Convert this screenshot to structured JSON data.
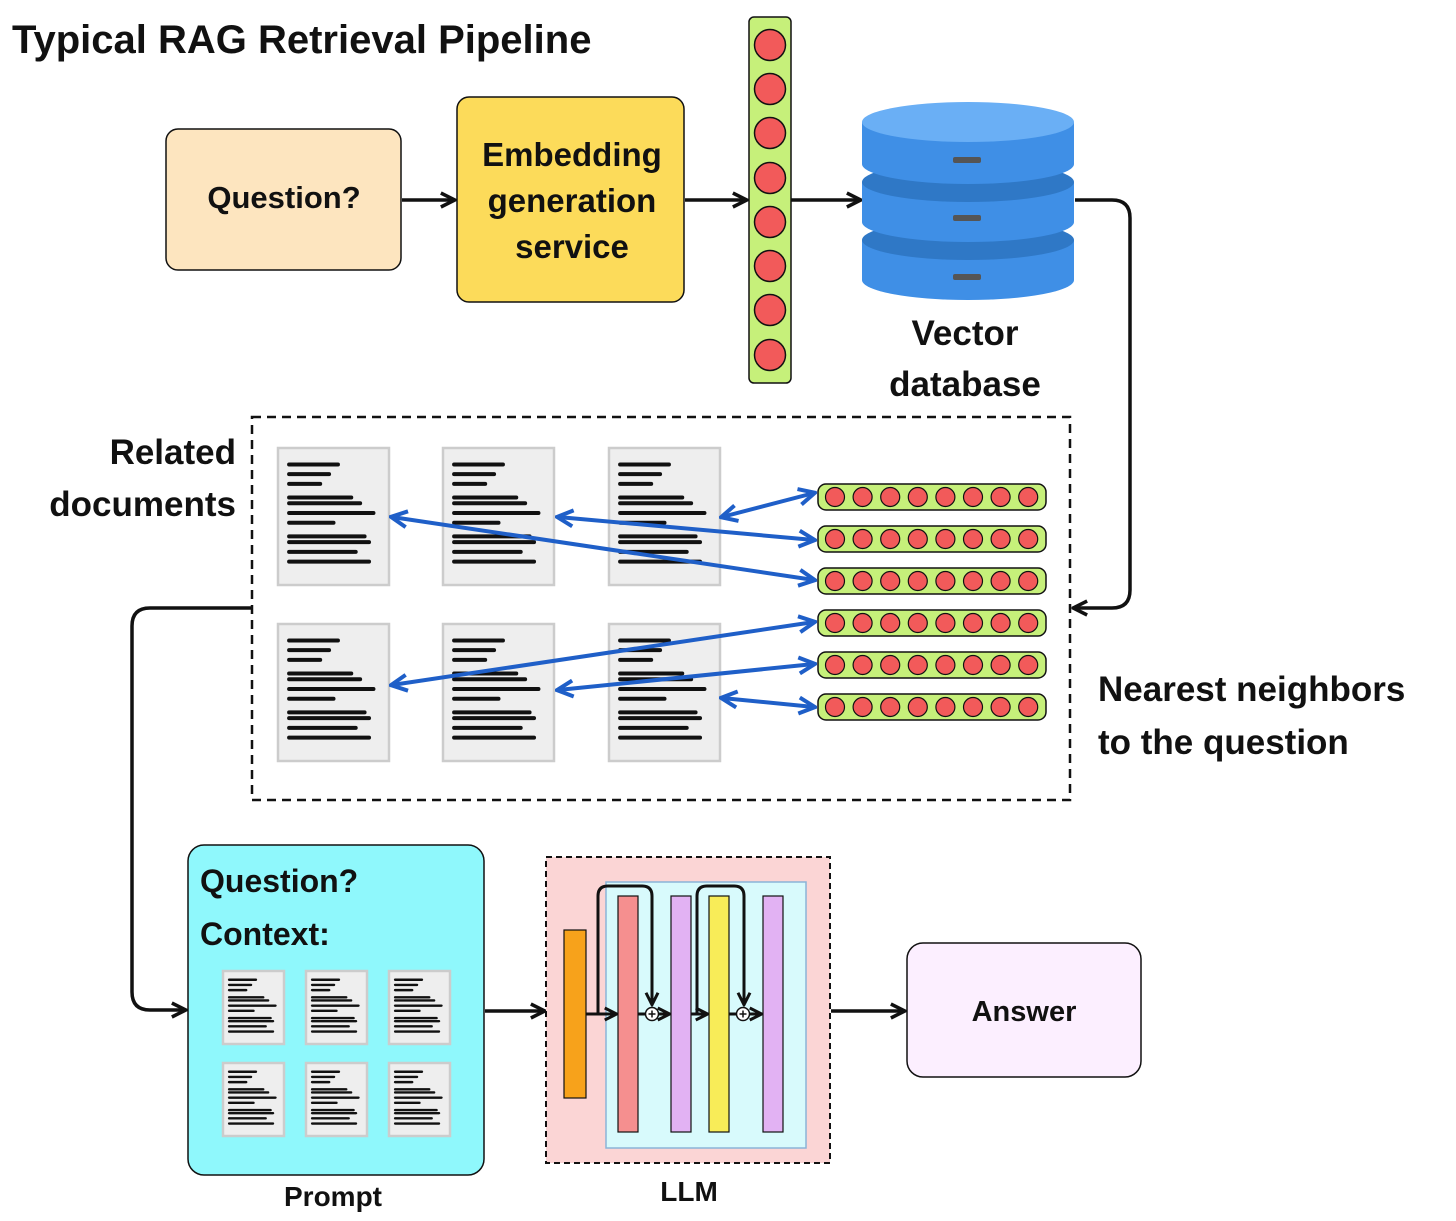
{
  "title": "Typical RAG Retrieval Pipeline",
  "nodes": {
    "question": "Question?",
    "embedding": [
      "Embedding",
      "generation",
      "service"
    ],
    "vector_db": [
      "Vector",
      "database"
    ],
    "related_docs": [
      "Related",
      "documents"
    ],
    "nearest": [
      "Nearest neighbors",
      "to the question"
    ],
    "prompt_question": "Question?",
    "prompt_context": "Context:",
    "prompt_caption": "Prompt",
    "llm_caption": "LLM",
    "answer": "Answer"
  },
  "colors": {
    "question_fill": "#fde5bf",
    "embedding_fill": "#fcdb5a",
    "embedding_vector_fill": "#c6f07a",
    "dot_fill": "#f25a5a",
    "db_top": "#6aaff5",
    "db_body": "#3f8fe6",
    "db_band": "#2f78c6",
    "doc_fill": "#eeeeee",
    "doc_stroke": "#cccccc",
    "connector_blue": "#1f5fc8",
    "prompt_fill": "#8ff8fc",
    "llm_fill": "#fbd5d5",
    "llm_inner_fill": "#d8fafc",
    "llm_orange": "#f7a21b",
    "llm_red": "#f58f8f",
    "llm_purple": "#e2b2f3",
    "llm_yellow": "#f8ec58",
    "answer_fill": "#fcefff"
  },
  "icons": [
    "database-icon",
    "document-icon",
    "embedding-vector-icon",
    "arrow-icon",
    "plus-icon"
  ]
}
